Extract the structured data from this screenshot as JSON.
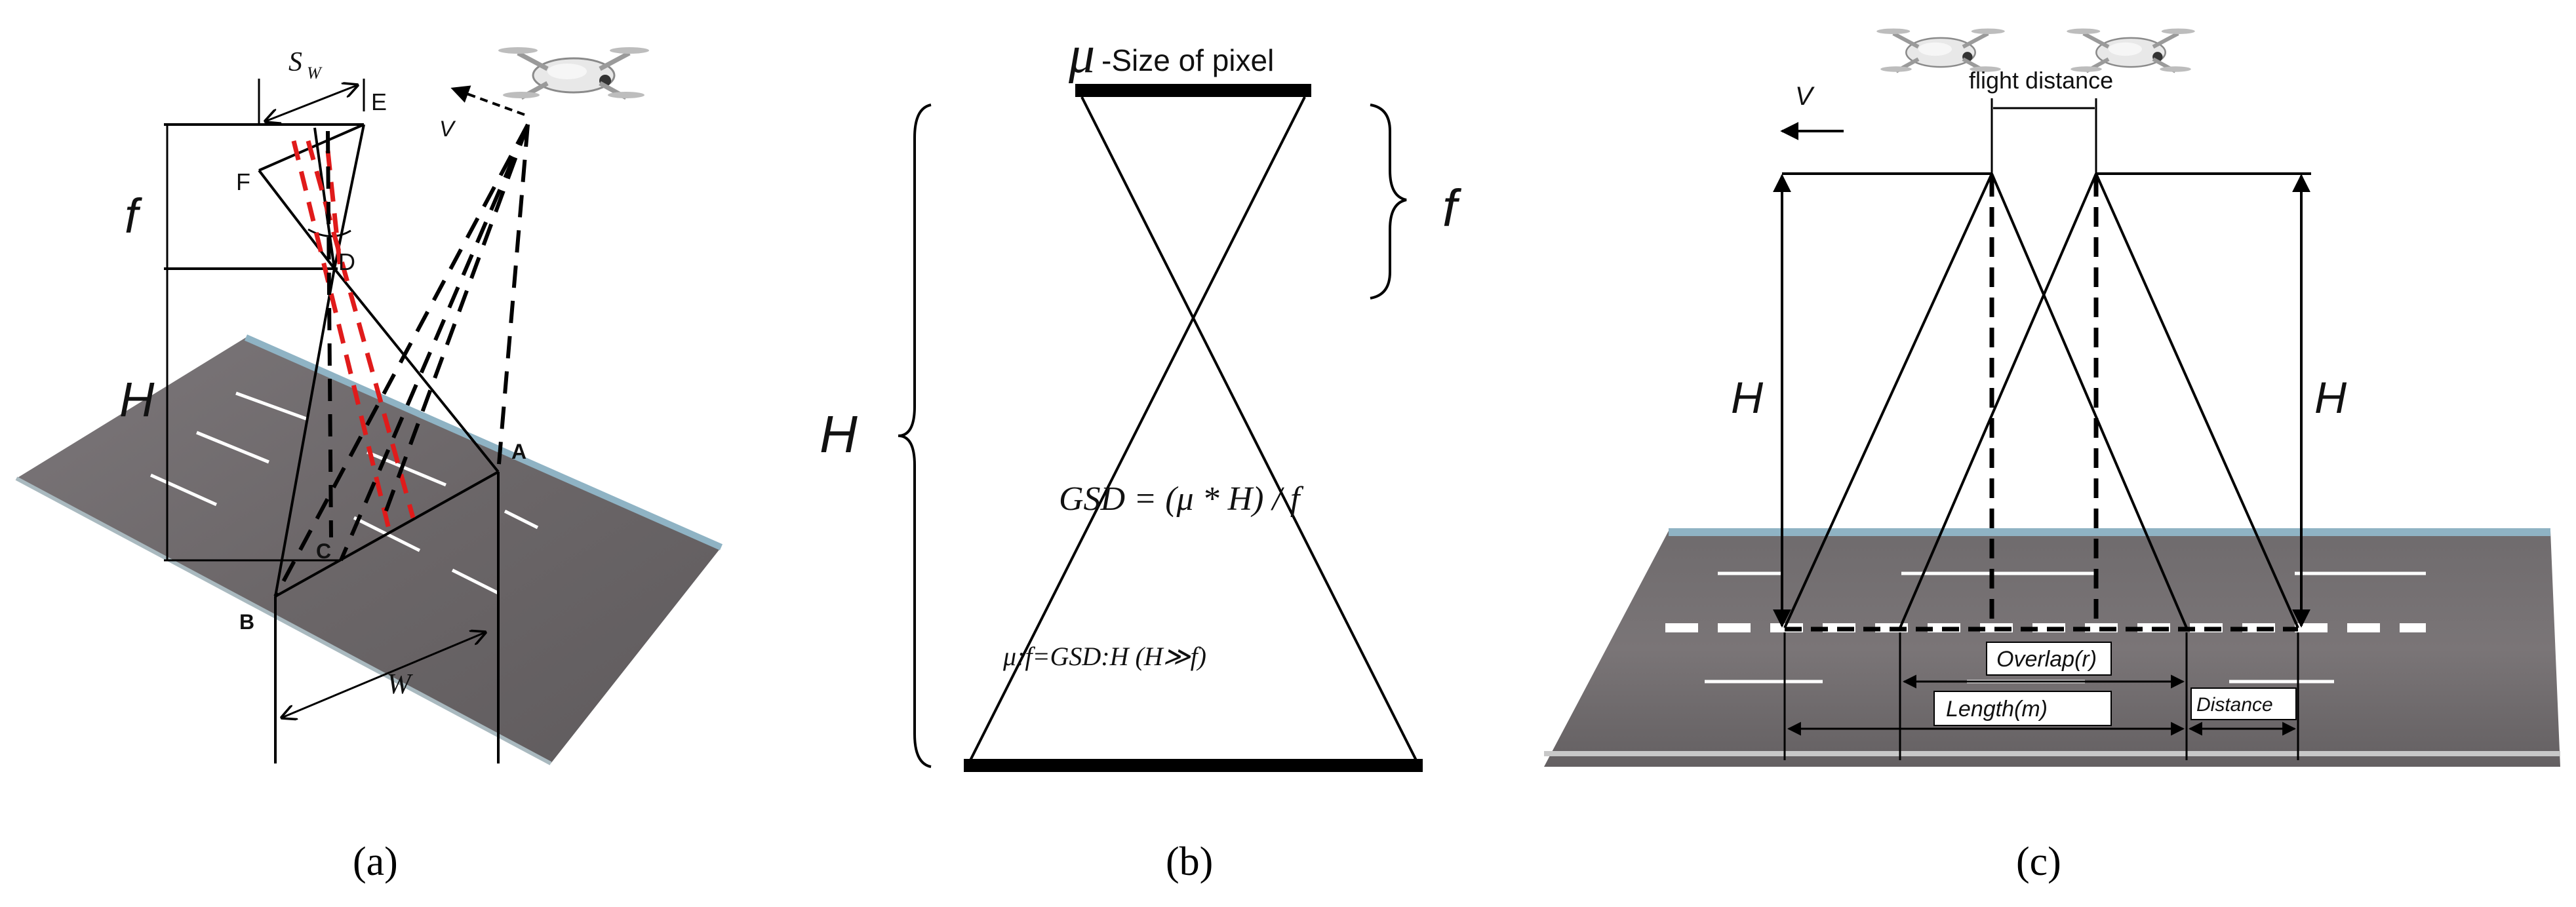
{
  "panel_a": {
    "caption": "(a)",
    "labels": {
      "sw": "S",
      "sw_sub": "W",
      "e": "E",
      "v": "V",
      "f": "f",
      "F": "F",
      "D": "D",
      "H": "H",
      "A": "A",
      "C": "C",
      "B": "B",
      "W": "W"
    }
  },
  "panel_b": {
    "caption": "(b)",
    "mu_symbol": "μ",
    "size_of_pixel": "-Size of pixel",
    "f": "f",
    "H": "H",
    "gsd_formula": "GSD = (μ * H) / f",
    "ratio_formula": "μ:f=GSD:H (H≫f)"
  },
  "panel_c": {
    "caption": "(c)",
    "v": "V",
    "flight_distance": "flight distance",
    "H_left": "H",
    "H_right": "H",
    "overlap": "Overlap(r)",
    "length": "Length(m)",
    "distance": "Distance"
  },
  "colors": {
    "road": "#6e6a6b",
    "road_edge": "#8fb3c4",
    "lane_mark": "#ffffff",
    "red_dash": "#e01b1b",
    "line": "#000000"
  },
  "icons": [
    "drone-icon"
  ]
}
